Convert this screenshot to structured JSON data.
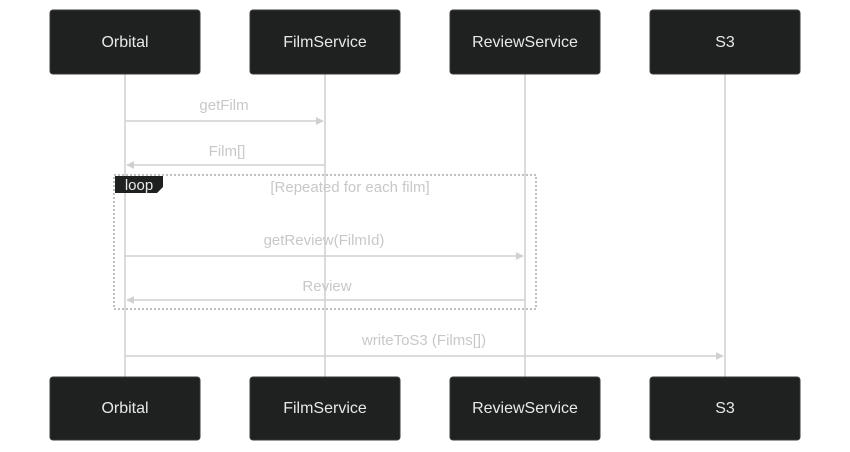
{
  "participants": [
    {
      "name": "Orbital"
    },
    {
      "name": "FilmService"
    },
    {
      "name": "ReviewService"
    },
    {
      "name": "S3"
    }
  ],
  "messages": [
    {
      "label": "getFilm",
      "from": 0,
      "to": 1
    },
    {
      "label": "Film[]",
      "from": 1,
      "to": 0
    },
    {
      "label": "getReview(FilmId)",
      "from": 0,
      "to": 2
    },
    {
      "label": "Review",
      "from": 2,
      "to": 0
    },
    {
      "label": "writeToS3 (Films[])",
      "from": 0,
      "to": 3
    }
  ],
  "loop": {
    "label": "loop",
    "title": "[Repeated for each film]"
  },
  "colors": {
    "actor_fill": "#1f2020",
    "actor_text": "#e8e8e8",
    "line": "#d0d0d0",
    "message_text": "#c8c8c8"
  }
}
